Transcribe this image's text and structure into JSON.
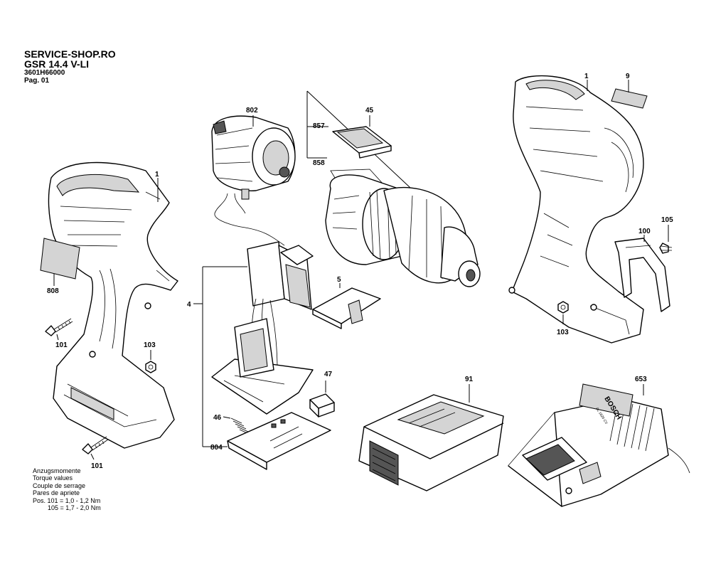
{
  "header": {
    "shop": "SERVICE-SHOP.RO",
    "model": "GSR 14.4 V-LI",
    "part_number": "3601H66000",
    "page": "Pag. 01"
  },
  "torque_note": {
    "lines": [
      "Anzugsmomente",
      "Torque values",
      "Couple de serrage",
      "Pares de apriete"
    ],
    "pos1": "Pos.  101 =  1,0 - 1,2 Nm",
    "pos2": "105 =  1,7 - 2,0 Nm"
  },
  "parts": {
    "housing_left": "1",
    "label_left": "808",
    "screw_101_a": "101",
    "screw_101_b": "101",
    "nut_103_left": "103",
    "motor": "802",
    "gearbox_group": "45",
    "part_857": "857",
    "part_858": "858",
    "switch_group": "4",
    "part_5": "5",
    "spring_46": "46",
    "part_47": "47",
    "board_804": "804",
    "battery": "91",
    "charger": "653",
    "charger_brand": "BOSCH",
    "charger_model": "AL 1820 CV",
    "housing_right": "1",
    "label_right": "9",
    "clip_100": "100",
    "screw_105": "105",
    "nut_103_right": "103"
  }
}
